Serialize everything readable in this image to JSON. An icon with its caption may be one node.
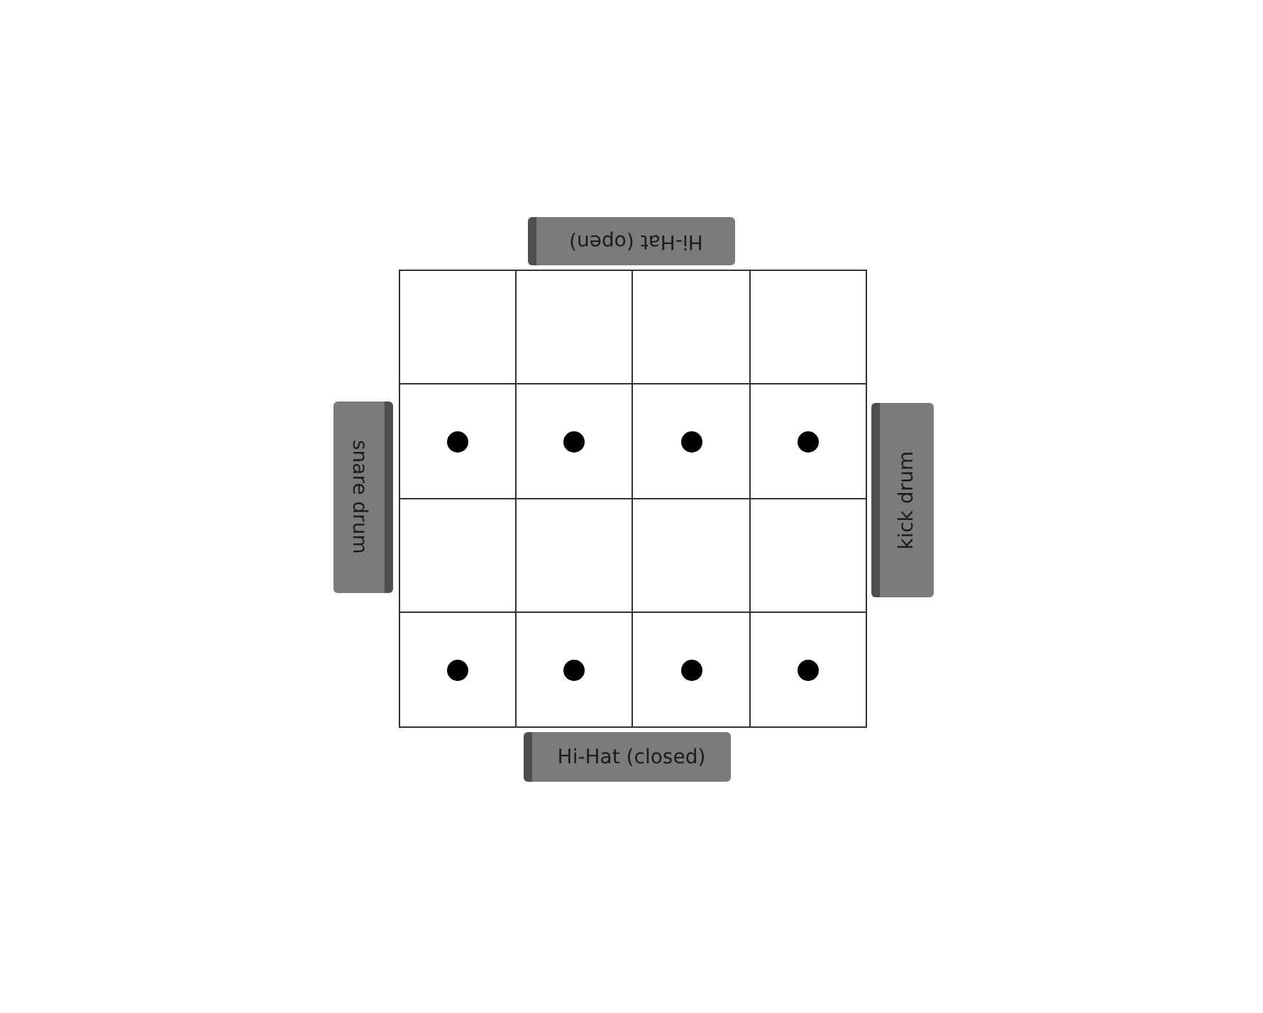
{
  "diagram": {
    "nodes": [
      {
        "text": [
          "Hi-Hat (open)"
        ]
      },
      {
        "text": [
          "snare drum"
        ]
      },
      {
        "text": [
          "kick drum"
        ]
      },
      {
        "text": [
          "Hi-Hat (closed)"
        ]
      },
      {
        "text": [],
        "shape": "box"
      },
      {
        "text": [],
        "shape": "box"
      },
      {
        "text": [],
        "shape": "box"
      },
      {
        "text": [],
        "shape": "box"
      },
      {
        "text": [],
        "shape": "box"
      },
      {
        "text": [],
        "shape": "box"
      },
      {
        "text": [],
        "shape": "box"
      },
      {
        "text": [],
        "shape": "box"
      },
      {
        "text": [],
        "shape": "box"
      },
      {
        "text": [],
        "shape": "box"
      },
      {
        "text": [],
        "shape": "box"
      },
      {
        "text": [],
        "shape": "box"
      },
      {
        "text": [],
        "shape": "box"
      },
      {
        "text": [],
        "shape": "box"
      },
      {
        "text": [],
        "shape": "box"
      },
      {
        "text": [],
        "shape": "box"
      },
      {
        "text": [],
        "shape": "circle",
        "in": 8
      },
      {
        "text": [],
        "shape": "circle",
        "in": 9
      },
      {
        "text": [],
        "shape": "circle",
        "in": 10
      },
      {
        "text": [],
        "shape": "circle",
        "in": 11
      },
      {
        "text": [],
        "shape": "circle",
        "in": 16
      },
      {
        "text": [],
        "shape": "circle",
        "in": 17
      },
      {
        "text": [],
        "shape": "circle",
        "in": 18
      },
      {
        "text": [],
        "shape": "circle",
        "in": 19
      }
    ],
    "edges": []
  }
}
